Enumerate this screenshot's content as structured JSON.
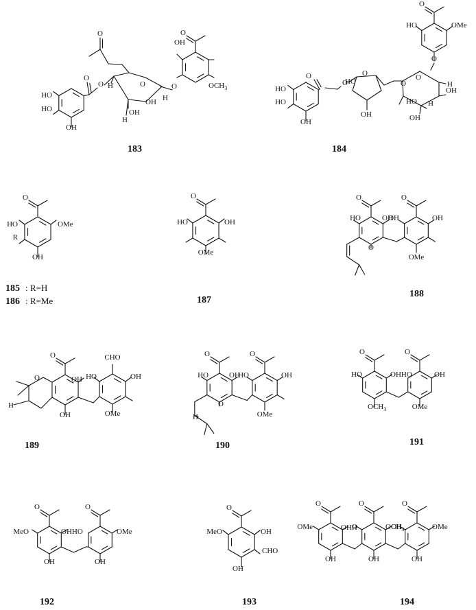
{
  "compounds": [
    {
      "number": "183"
    },
    {
      "number": "184"
    },
    {
      "number": "185",
      "suffix": ": R=H"
    },
    {
      "number": "186",
      "suffix": ": R=Me"
    },
    {
      "number": "187"
    },
    {
      "number": "188"
    },
    {
      "number": "189"
    },
    {
      "number": "190"
    },
    {
      "number": "191"
    },
    {
      "number": "192"
    },
    {
      "number": "193"
    },
    {
      "number": "194"
    }
  ],
  "labels": {
    "O": "O",
    "OH": "OH",
    "HO": "HO",
    "H": "H",
    "R": "R",
    "OMe": "OMe",
    "MeO": "MeO",
    "OCH3": "OCH",
    "CHO": "CHO",
    "OHHO": "OHHO",
    "OHOH": "OHOH",
    "OHH": "OHH"
  }
}
